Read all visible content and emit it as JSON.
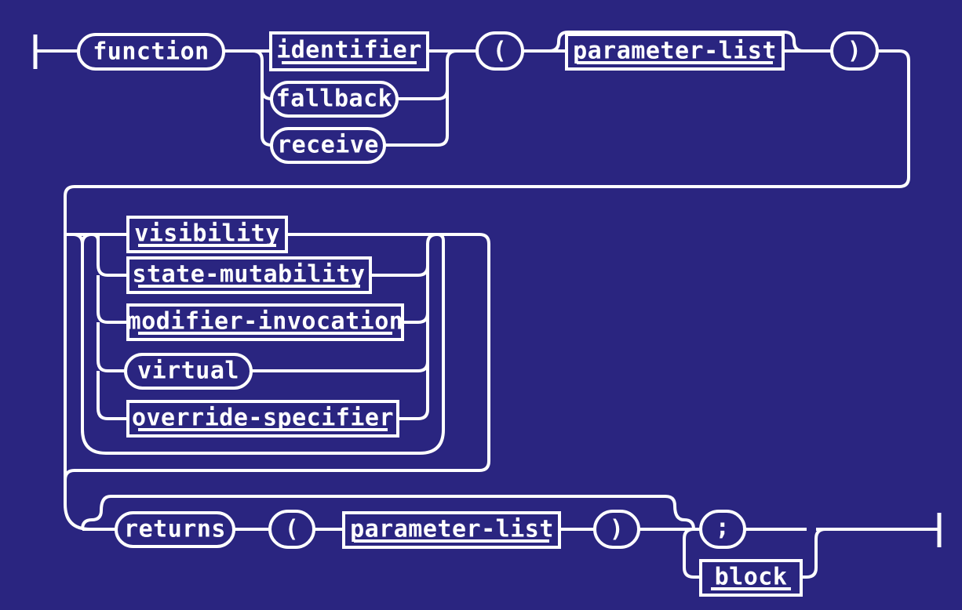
{
  "diagram": {
    "title": "function-definition",
    "type": "railroad-syntax-diagram",
    "colors": {
      "background": "#2a2580",
      "rail": "#ffffff",
      "text": "#ffffff"
    },
    "nodes": {
      "function": "function",
      "identifier": "identifier",
      "fallback": "fallback",
      "receive": "receive",
      "lparen1": "(",
      "parameter_list_1": "parameter-list",
      "rparen1": ")",
      "visibility": "visibility",
      "state_mutability": "state-mutability",
      "modifier_invocation": "modifier-invocation",
      "virtual": "virtual",
      "override_specifier": "override-specifier",
      "returns": "returns",
      "lparen2": "(",
      "parameter_list_2": "parameter-list",
      "rparen2": ")",
      "semicolon": ";",
      "block": "block"
    },
    "node_kinds": {
      "function": "terminal",
      "identifier": "nonterminal",
      "fallback": "terminal",
      "receive": "terminal",
      "lparen1": "terminal",
      "parameter_list_1": "nonterminal",
      "rparen1": "terminal",
      "visibility": "nonterminal",
      "state_mutability": "nonterminal",
      "modifier_invocation": "nonterminal",
      "virtual": "terminal",
      "override_specifier": "nonterminal",
      "returns": "terminal",
      "lparen2": "terminal",
      "parameter_list_2": "nonterminal",
      "rparen2": "terminal",
      "semicolon": "terminal",
      "block": "nonterminal"
    },
    "choice_groups": [
      {
        "name": "name-choice",
        "options": [
          "identifier",
          "fallback",
          "receive"
        ]
      },
      {
        "name": "modifier-loop",
        "options": [
          "visibility",
          "state-mutability",
          "modifier-invocation",
          "virtual",
          "override-specifier"
        ],
        "repeatable": true,
        "optional": true
      },
      {
        "name": "body-choice",
        "options": [
          ";",
          "block"
        ]
      }
    ],
    "optional_groups": [
      {
        "name": "parameter-list-1",
        "contains": [
          "parameter-list"
        ]
      },
      {
        "name": "returns-clause",
        "contains": [
          "returns",
          "(",
          "parameter-list",
          ")"
        ]
      },
      {
        "name": "parameter-list-2",
        "contains": [
          "parameter-list"
        ]
      }
    ]
  }
}
